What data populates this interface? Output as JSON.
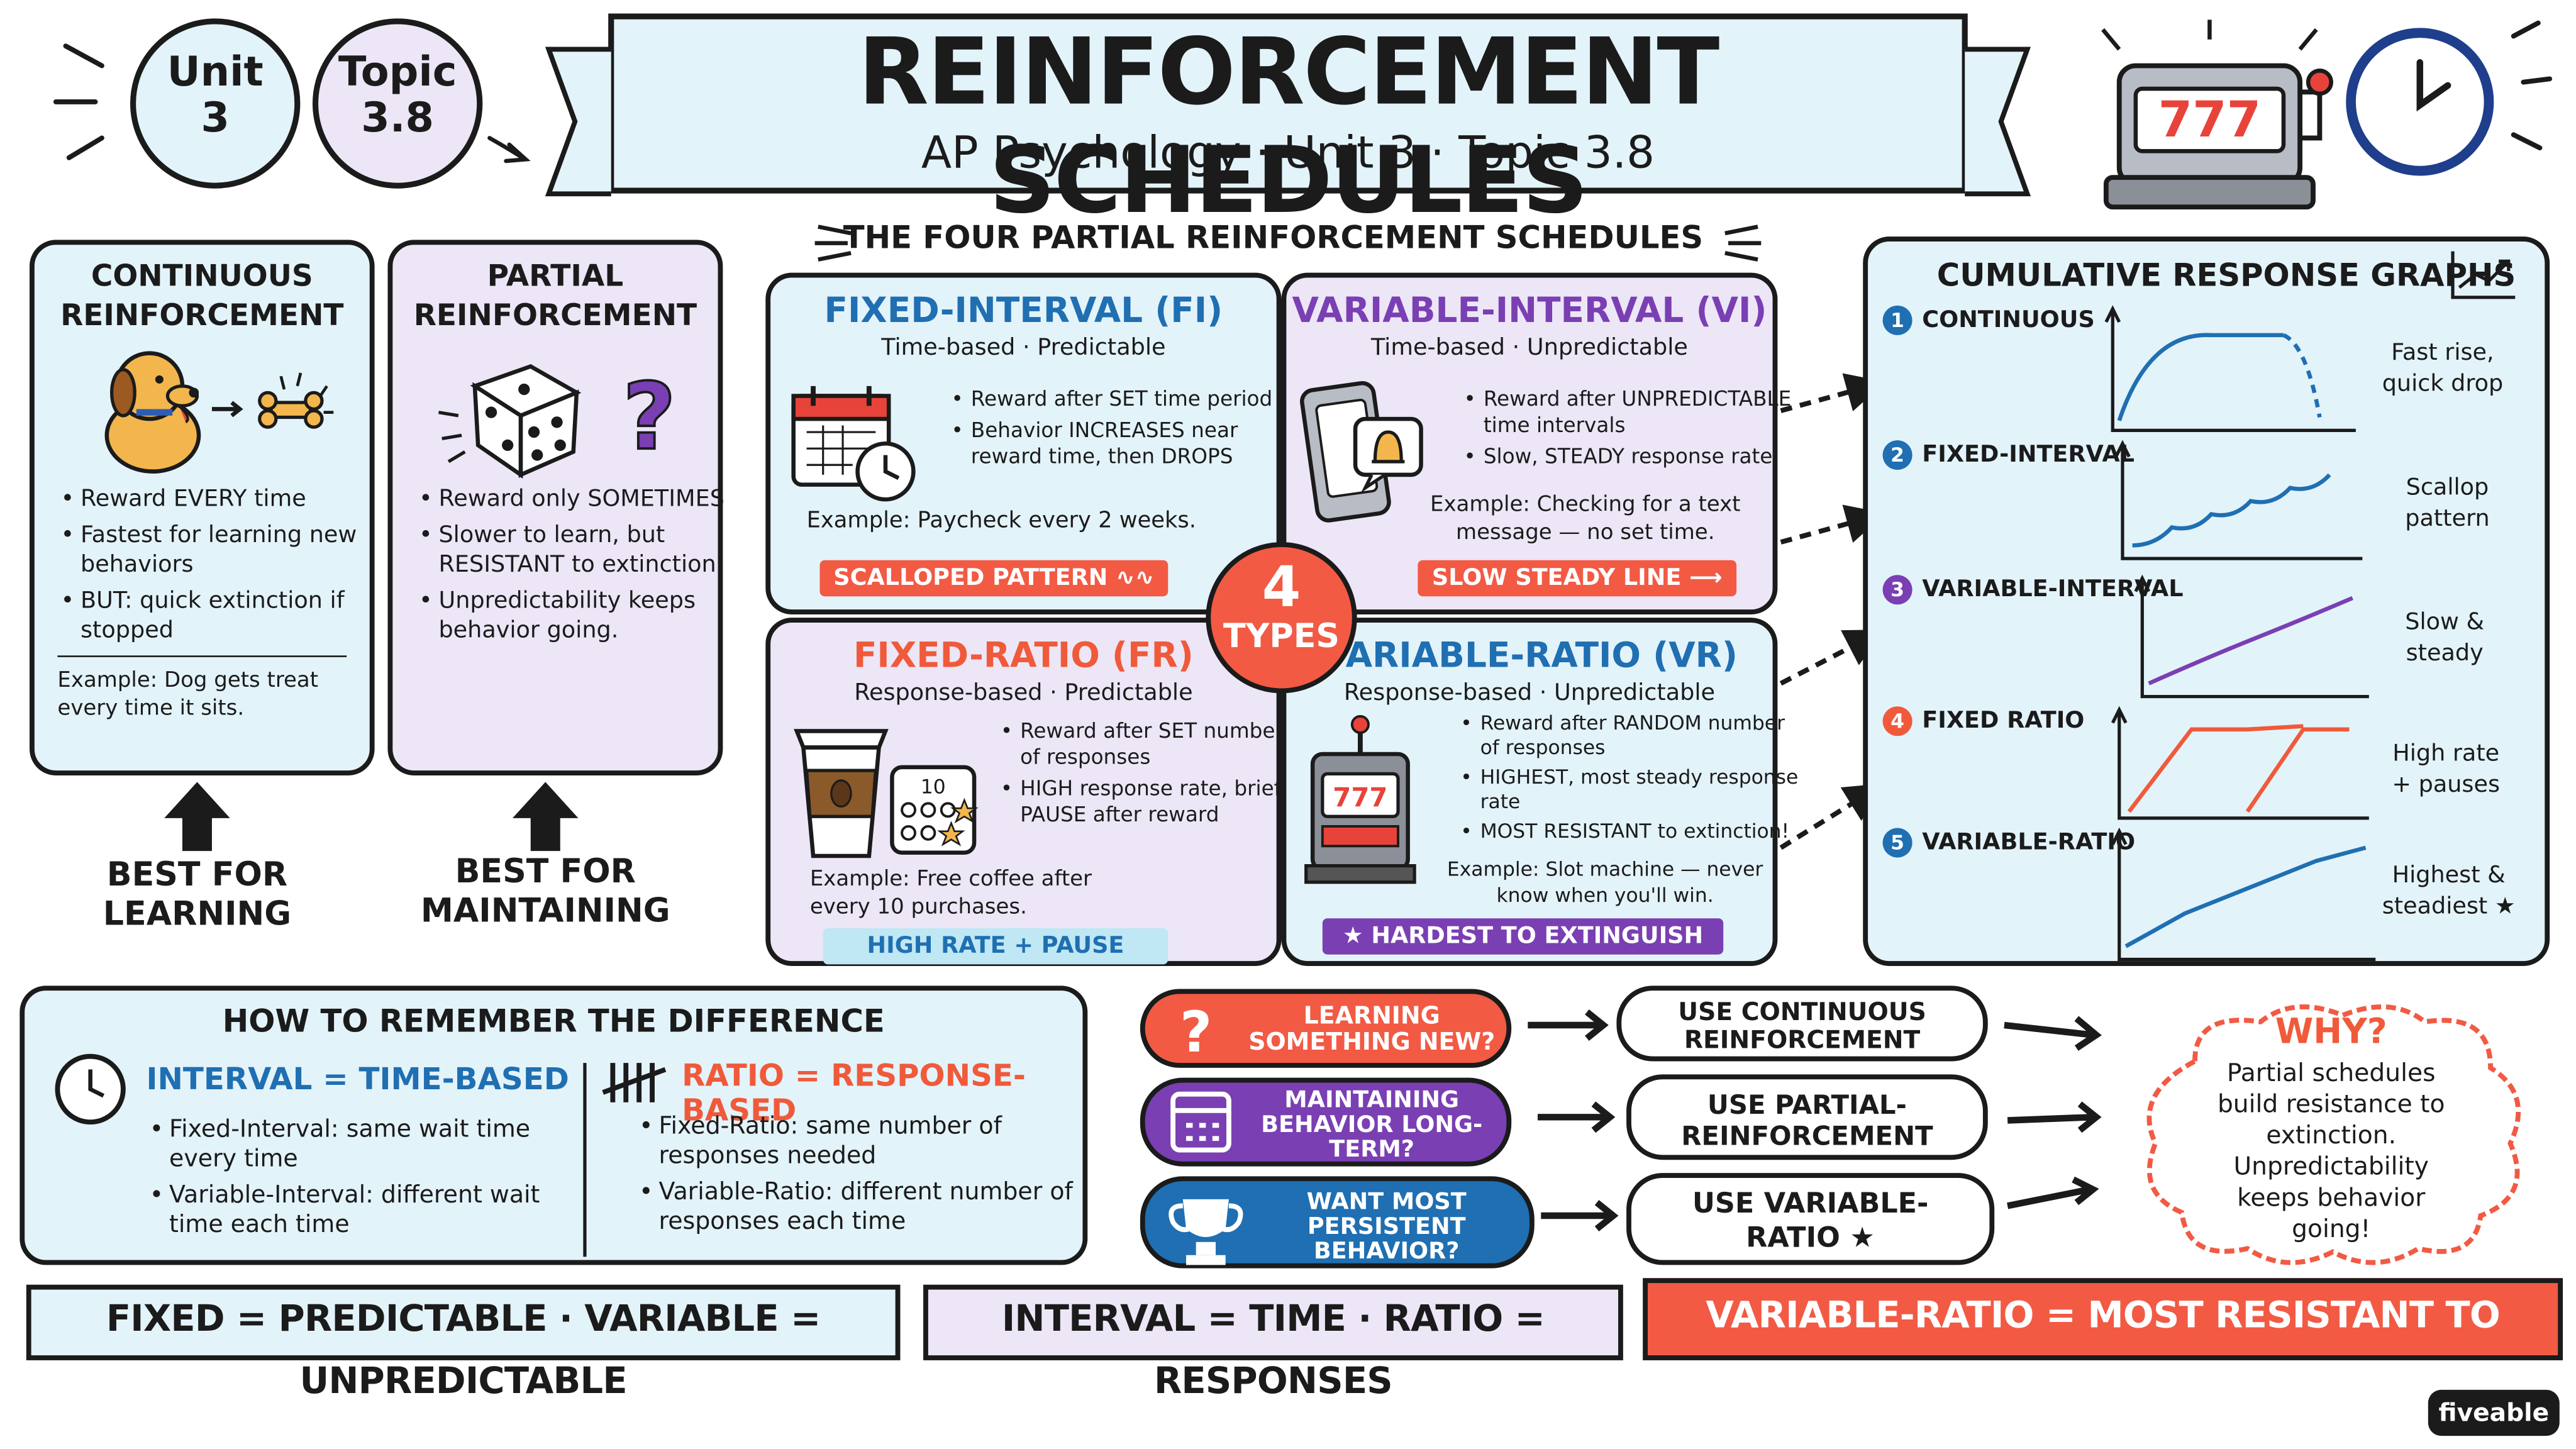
{
  "colors": {
    "blue_fill": "#e3f3fa",
    "lavender_fill": "#ece6f6",
    "blue_accent": "#1f6fb2",
    "purple_accent": "#7a3fb3",
    "orange_accent": "#f05a3a",
    "red": "#f25a44",
    "ink": "#1b1b1b"
  },
  "badges": {
    "unit_label": "Unit",
    "unit_value": "3",
    "topic_label": "Topic",
    "topic_value": "3.8"
  },
  "header": {
    "title": "REINFORCEMENT SCHEDULES",
    "subtitle": "AP Psychology · Unit 3 · Topic 3.8"
  },
  "continuous": {
    "title_line1": "CONTINUOUS",
    "title_line2": "REINFORCEMENT",
    "bullets": [
      "Reward EVERY time",
      "Fastest for learning new behaviors",
      "BUT: quick extinction if stopped"
    ],
    "example": "Example: Dog gets treat every time it sits.",
    "best_line1": "BEST FOR",
    "best_line2": "LEARNING"
  },
  "partial": {
    "title_line1": "PARTIAL",
    "title_line2": "REINFORCEMENT",
    "bullets": [
      "Reward only SOMETIMES",
      "Slower to learn, but RESISTANT to extinction",
      "Unpredictability keeps behavior going."
    ],
    "best_line1": "BEST FOR",
    "best_line2": "MAINTAINING"
  },
  "schedules_heading": "THE FOUR PARTIAL REINFORCEMENT SCHEDULES",
  "types_badge": {
    "number": "4",
    "label": "TYPES"
  },
  "fi": {
    "title": "FIXED-INTERVAL (FI)",
    "subtitle": "Time-based · Predictable",
    "bullets": [
      "Reward after SET time period",
      "Behavior INCREASES near reward time, then DROPS"
    ],
    "example": "Example: Paycheck every 2 weeks.",
    "tag": "SCALLOPED PATTERN ∿∿"
  },
  "vi": {
    "title": "VARIABLE-INTERVAL (VI)",
    "subtitle": "Time-based · Unpredictable",
    "bullets": [
      "Reward after UNPREDICTABLE time intervals",
      "Slow, STEADY response rate"
    ],
    "example": "Example: Checking for a text message — no set time.",
    "tag": "SLOW STEADY LINE ⟶"
  },
  "fr": {
    "title": "FIXED-RATIO (FR)",
    "subtitle": "Response-based · Predictable",
    "bullets": [
      "Reward after SET number of responses",
      "HIGH response rate, brief PAUSE after reward"
    ],
    "card_number": "10",
    "example": "Example: Free coffee after every 10 purchases.",
    "tag": "HIGH RATE + PAUSE"
  },
  "vr": {
    "title": "VARIABLE-RATIO (VR)",
    "subtitle": "Response-based · Unpredictable",
    "bullets": [
      "Reward after RANDOM number of responses",
      "HIGHEST, most steady response rate",
      "MOST RESISTANT to extinction!"
    ],
    "slot_text": "777",
    "example": "Example: Slot machine — never know when you'll win.",
    "tag": "★ HARDEST TO EXTINGUISH"
  },
  "graphs": {
    "title": "CUMULATIVE RESPONSE GRAPHS",
    "items": [
      {
        "num": "1",
        "label": "CONTINUOUS",
        "note_line1": "Fast rise,",
        "note_line2": "quick drop",
        "color": "#1f6fb2"
      },
      {
        "num": "2",
        "label": "FIXED-INTERVAL",
        "note_line1": "Scallop",
        "note_line2": "pattern",
        "color": "#1f6fb2"
      },
      {
        "num": "3",
        "label": "VARIABLE-INTERVAL",
        "note_line1": "Slow &",
        "note_line2": "steady",
        "color": "#7a3fb3"
      },
      {
        "num": "4",
        "label": "FIXED RATIO",
        "note_line1": "High rate",
        "note_line2": "+ pauses",
        "color": "#f05a3a"
      },
      {
        "num": "5",
        "label": "VARIABLE-RATIO",
        "note_line1": "Highest &",
        "note_line2": "steadiest ★",
        "color": "#1f6fb2"
      }
    ]
  },
  "remember": {
    "title": "HOW TO REMEMBER THE DIFFERENCE",
    "interval_head": "INTERVAL = TIME-BASED",
    "interval_bullets": [
      "Fixed-Interval: same wait time every time",
      "Variable-Interval: different wait time each time"
    ],
    "ratio_head": "RATIO = RESPONSE-BASED",
    "ratio_bullets": [
      "Fixed-Ratio: same number of responses needed",
      "Variable-Ratio: different number of responses each time"
    ]
  },
  "decisions": [
    {
      "question": "LEARNING SOMETHING NEW?",
      "answer": "USE CONTINUOUS REINFORCEMENT"
    },
    {
      "question": "MAINTAINING BEHAVIOR LONG-TERM?",
      "answer": "USE PARTIAL-REINFORCEMENT"
    },
    {
      "question": "WANT MOST PERSISTENT BEHAVIOR?",
      "answer": "USE VARIABLE-RATIO ★"
    }
  ],
  "why": {
    "title": "WHY?",
    "text": "Partial schedules build resistance to extinction. Unpredictability keeps behavior going!"
  },
  "bottom": {
    "fixed_variable": "FIXED = PREDICTABLE · VARIABLE = UNPREDICTABLE",
    "interval_ratio": "INTERVAL = TIME · RATIO = RESPONSES",
    "vr_resistant": "VARIABLE-RATIO = MOST RESISTANT TO EXTINCTION"
  },
  "brand": "fiveable"
}
